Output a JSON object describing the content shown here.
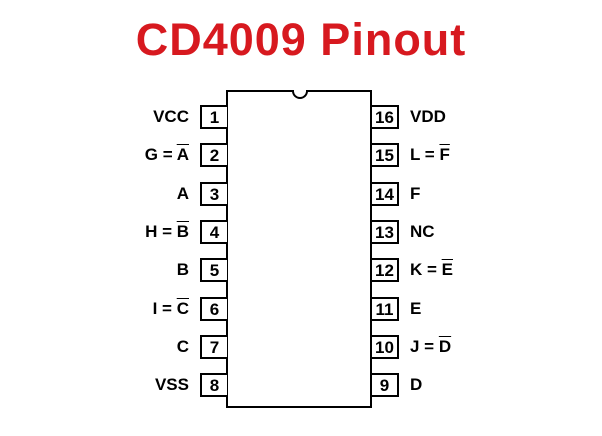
{
  "title": "CD4009 Pinout",
  "colors": {
    "title": "#d7191f"
  },
  "left_pins": [
    {
      "num": "1",
      "prefix": "VCC",
      "bar": ""
    },
    {
      "num": "2",
      "prefix": "G = ",
      "bar": "A"
    },
    {
      "num": "3",
      "prefix": "A",
      "bar": ""
    },
    {
      "num": "4",
      "prefix": "H = ",
      "bar": "B"
    },
    {
      "num": "5",
      "prefix": "B",
      "bar": ""
    },
    {
      "num": "6",
      "prefix": "I = ",
      "bar": "C"
    },
    {
      "num": "7",
      "prefix": "C",
      "bar": ""
    },
    {
      "num": "8",
      "prefix": "VSS",
      "bar": ""
    }
  ],
  "right_pins": [
    {
      "num": "16",
      "prefix": "VDD",
      "bar": ""
    },
    {
      "num": "15",
      "prefix": "L = ",
      "bar": "F"
    },
    {
      "num": "14",
      "prefix": "F",
      "bar": ""
    },
    {
      "num": "13",
      "prefix": "NC",
      "bar": ""
    },
    {
      "num": "12",
      "prefix": "K = ",
      "bar": "E"
    },
    {
      "num": "11",
      "prefix": "E",
      "bar": ""
    },
    {
      "num": "10",
      "prefix": "J = ",
      "bar": "D"
    },
    {
      "num": "9",
      "prefix": "D",
      "bar": ""
    }
  ]
}
